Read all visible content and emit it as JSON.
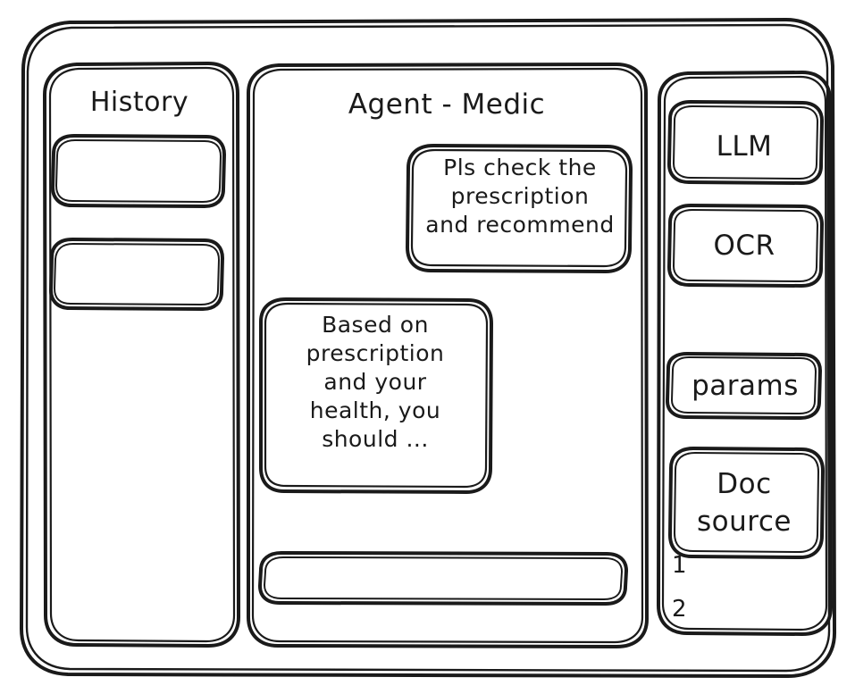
{
  "window": {
    "style": "hand-drawn-wireframe",
    "ink_color": "#1a1a1a",
    "background_color": "#ffffff"
  },
  "sidebar_left": {
    "title": "History",
    "items": [
      {
        "label": ""
      },
      {
        "label": ""
      }
    ]
  },
  "main": {
    "title": "Agent - Medic",
    "messages": [
      {
        "role": "user",
        "align": "right",
        "text": "Pls check the\nprescription\nand recommend"
      },
      {
        "role": "assistant",
        "align": "left",
        "text": "Based on\nprescription\nand your\nhealth, you\nshould ..."
      }
    ],
    "composer": {
      "value": "",
      "placeholder": ""
    }
  },
  "sidebar_right": {
    "tools": [
      {
        "label": "LLM"
      },
      {
        "label": "OCR"
      },
      {
        "label": "params"
      },
      {
        "label": "Doc\nsource"
      }
    ],
    "doc_sources": [
      {
        "label": "1"
      },
      {
        "label": "2"
      }
    ]
  }
}
